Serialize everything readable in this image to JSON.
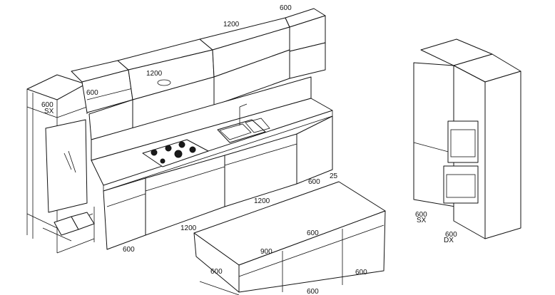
{
  "dimensions": {
    "upper_right_width": "600",
    "upper_mid_width": "1200",
    "open_shelf_width": "1200",
    "shelf_small_width": "600",
    "left_shelf_width": "600",
    "left_shelf_side": "SX",
    "tall_left_width": "600",
    "tall_left_side": "SX",
    "tall_right_width": "600",
    "tall_right_side": "DX",
    "island_top_offset": "25",
    "island_top_width": "600",
    "base_run_width": "1200",
    "island_front_width": "1200",
    "base_left_width": "600",
    "island_mid_width": "600",
    "island_drawer_width": "900",
    "island_side_depth": "600",
    "island_right_width": "600",
    "island_bottom_width": "600"
  },
  "icons": {
    "hob": "gas-hob-icon",
    "sink": "double-sink-icon",
    "tap": "tap-icon",
    "oven": "oven-icon",
    "microwave": "microwave-icon",
    "hood": "hood-icon",
    "glass": "glass-door-icon"
  },
  "colors": {
    "line": "#111111",
    "background": "#ffffff"
  }
}
